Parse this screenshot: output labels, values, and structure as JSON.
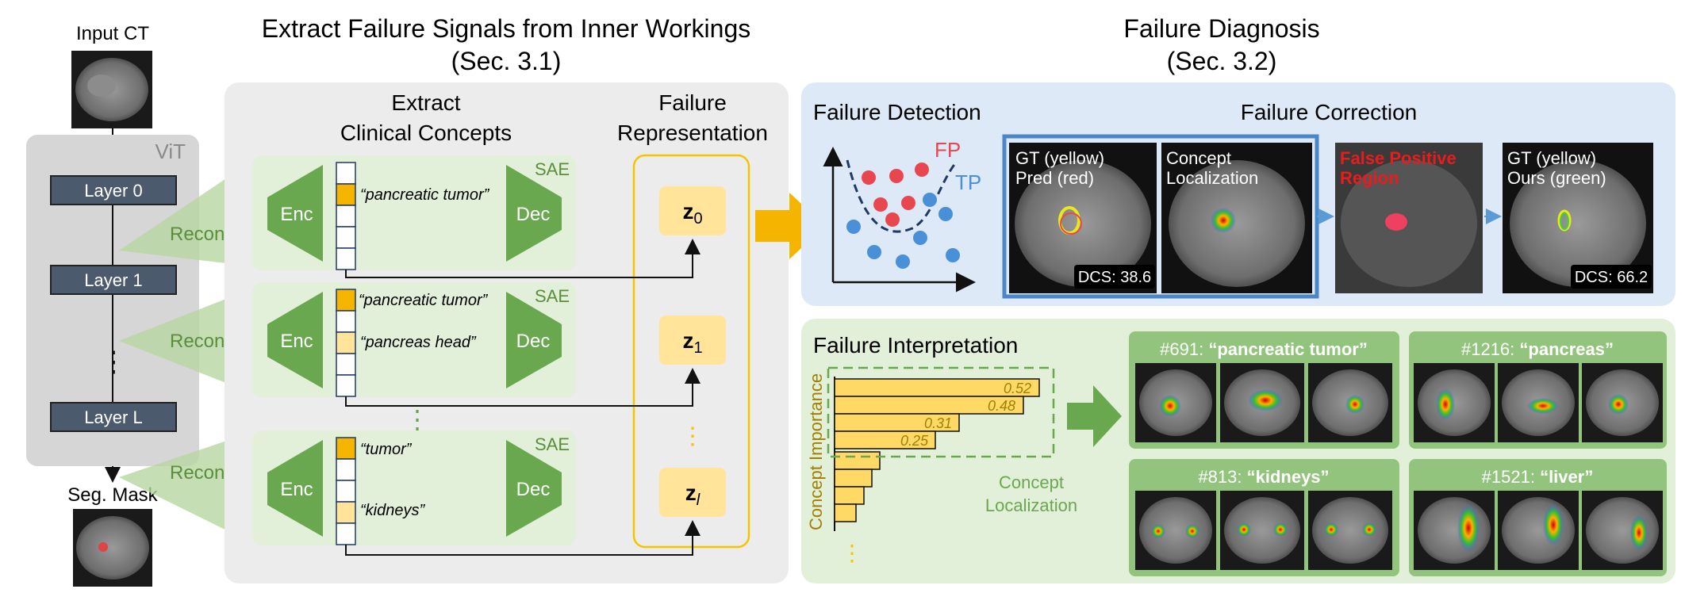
{
  "left": {
    "input_label": "Input CT",
    "vit_label": "ViT",
    "layer0": "Layer 0",
    "layer1": "Layer 1",
    "layerL": "Layer L",
    "seg_label": "Seg. Mask",
    "recon": "Recon.",
    "dots": "⋮"
  },
  "extract": {
    "title_line1": "Extract Failure Signals from Inner Workings",
    "title_line2": "(Sec. 3.1)",
    "concepts_line1": "Extract",
    "concepts_line2": "Clinical Concepts",
    "fr_line1": "Failure",
    "fr_line2": "Representation",
    "enc": "Enc",
    "dec": "Dec",
    "sae": "SAE",
    "sae0_concept": "“pancreatic tumor”",
    "sae1_concept_a": "“pancreatic tumor”",
    "sae1_concept_b": "“pancreas head”",
    "sae2_concept_a": "“tumor”",
    "sae2_concept_b": "“kidneys”",
    "z0_base": "z",
    "z0_sub": "0",
    "z1_base": "z",
    "z1_sub": "1",
    "zl_base": "z",
    "zl_sub": "l"
  },
  "diagnosis": {
    "title_line1": "Failure Diagnosis",
    "title_line2": "(Sec. 3.2)",
    "detection": "Failure Detection",
    "fp": "FP",
    "tp": "TP",
    "correction": "Failure Correction",
    "img1_line1": "GT (yellow)",
    "img1_line2": "Pred (red)",
    "img1_dcs": "DCS: 38.6",
    "img2_line1": "Concept",
    "img2_line2": "Localization",
    "img3_line1": "False Positive",
    "img3_line2": "Region",
    "img4_line1": "GT (yellow)",
    "img4_line2": "Ours (green)",
    "img4_dcs": "DCS: 66.2"
  },
  "interpretation": {
    "title": "Failure Interpretation",
    "axis_label": "Concept Importance",
    "values": [
      "0.52",
      "0.48",
      "0.31",
      "0.25"
    ],
    "concept_loc_line1": "Concept",
    "concept_loc_line2": "Localization",
    "card1_id": "#691: ",
    "card1_name": "“pancreatic tumor”",
    "card2_id": "#1216: ",
    "card2_name": "“pancreas”",
    "card3_id": "#813: ",
    "card3_name": "“kidneys”",
    "card4_id": "#1521: ",
    "card4_name": "“liver”"
  },
  "colors": {
    "sae_green": "#6aa84f",
    "light_green": "#e2efd9",
    "gold": "#f5c400",
    "blue_panel": "#dde9f6",
    "fp_red": "#e8474f",
    "tp_blue": "#4a90d9"
  }
}
